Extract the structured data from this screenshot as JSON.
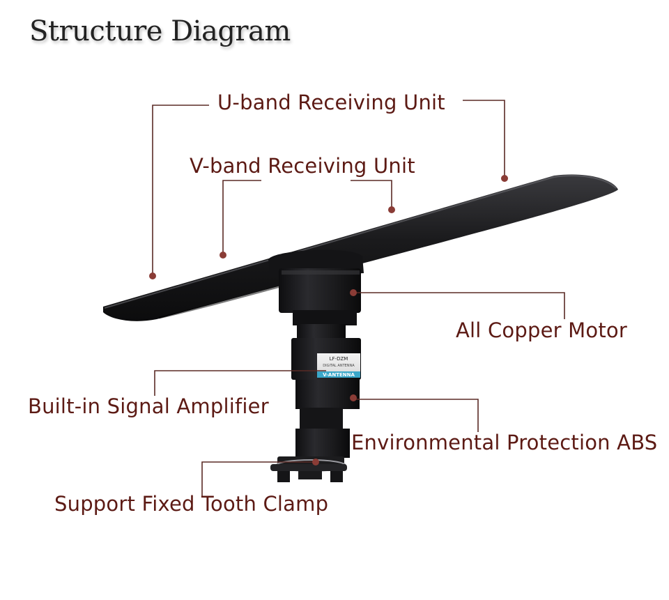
{
  "title": "Structure Diagram",
  "colors": {
    "label": "#5c1a14",
    "leader_line": "#5a2a25",
    "dot": "#8a3c36",
    "product": "#1c1c1e"
  },
  "labels": {
    "u_band": "U-band Receiving Unit",
    "v_band": "V-band Receiving Unit",
    "motor": "All Copper Motor",
    "amplifier": "Built-in Signal Amplifier",
    "abs": "Environmental Protection ABS",
    "clamp": "Support Fixed Tooth Clamp"
  },
  "product_sticker": {
    "line1": "LF-DZM",
    "line2": "DIGITAL ANTENNA",
    "band": "V-ANTENNA"
  }
}
